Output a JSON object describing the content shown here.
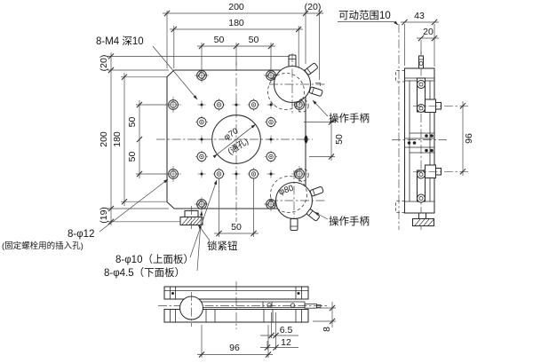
{
  "drawing": {
    "title_hint": "XY-theta stage technical drawing, three views",
    "line_color": "#2c2c2c",
    "background": "#ffffff",
    "labels": {
      "m4": "8-M4 深10",
      "phi12": "8-φ12",
      "phi12_note": "(固定螺栓用的插入孔)",
      "phi10": "8-φ10（上面板）",
      "phi45": "8-φ4.5（下面板）",
      "lock": "锁紧钮",
      "handle_top": "操作手柄",
      "handle_bottom": "操作手柄",
      "dia70": "φ70",
      "dia70_note": "(通孔)",
      "dia80": "φ80",
      "travel": "可动范围10"
    },
    "dims": {
      "t200": "200",
      "t180": "180",
      "t50a": "50",
      "t50b": "50",
      "t20": "(20)",
      "l20": "(20)",
      "l200": "200",
      "l180": "180",
      "l50a": "50",
      "l50b": "50",
      "l19": "(19)",
      "b50": "50",
      "r50": "50",
      "s43": "43",
      "s20": "20",
      "s96": "96",
      "f96": "96",
      "f65": "6.5",
      "f12": "12",
      "f8": "8"
    }
  }
}
